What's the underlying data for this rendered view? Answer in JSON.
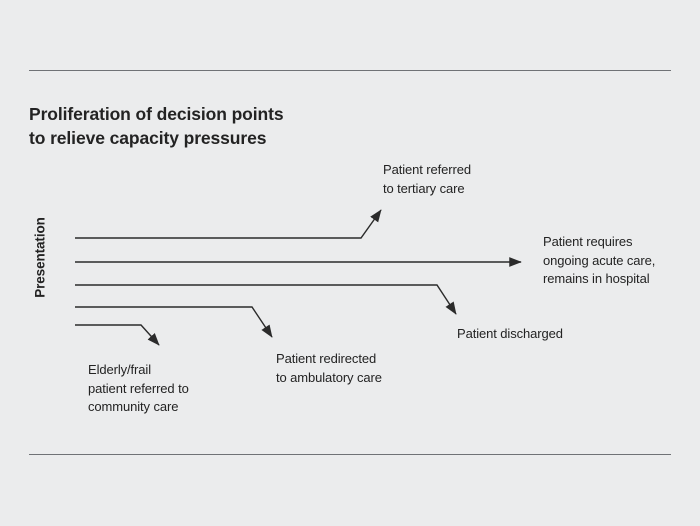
{
  "figure": {
    "title": "Proliferation of decision points\nto relieve capacity pressures",
    "background_color": "#ebeced",
    "line_color": "#2b2b2b",
    "rule_color": "#6f7276",
    "text_color": "#232323",
    "axis_label": "Presentation",
    "top_rule_label": "top-divider",
    "bottom_rule_label": "bottom-divider"
  },
  "chart_data": {
    "type": "diagram",
    "title": "Proliferation of decision points to relieve capacity pressures",
    "xlabel": "",
    "ylabel": "Presentation",
    "grid": false,
    "legend": "none",
    "flows": [
      {
        "id": "tertiary",
        "label": "Patient referred\nto tertiary care",
        "direction": "up-right",
        "start": [
          75,
          238
        ],
        "bend": [
          361,
          238
        ],
        "end": [
          383,
          208
        ]
      },
      {
        "id": "acute",
        "label": "Patient requires\nongoing acute care,\nremains in hospital",
        "direction": "right",
        "start": [
          75,
          262
        ],
        "bend": null,
        "end": [
          527,
          262
        ]
      },
      {
        "id": "discharged",
        "label": "Patient discharged",
        "direction": "down-right",
        "start": [
          75,
          285
        ],
        "bend": [
          437,
          285
        ],
        "end": [
          459,
          316
        ]
      },
      {
        "id": "ambulatory",
        "label": "Patient redirected\nto ambulatory care",
        "direction": "down-right",
        "start": [
          75,
          307
        ],
        "bend": [
          252,
          307
        ],
        "end": [
          274,
          340
        ]
      },
      {
        "id": "community",
        "label": "Elderly/frail\npatient referred to\ncommunity care",
        "direction": "down-right",
        "start": [
          75,
          325
        ],
        "bend": [
          141,
          325
        ],
        "end": [
          161,
          348
        ]
      }
    ]
  }
}
